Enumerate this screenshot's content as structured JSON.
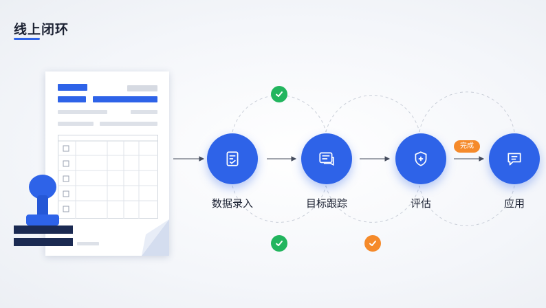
{
  "page": {
    "title": "线上闭环"
  },
  "steps": [
    {
      "label": "数据录入",
      "icon": "document-check-icon"
    },
    {
      "label": "目标跟踪",
      "icon": "chat-list-icon"
    },
    {
      "label": "评估",
      "icon": "shield-plus-icon"
    },
    {
      "label": "应用",
      "icon": "message-icon"
    }
  ],
  "badge": {
    "text": "完成"
  },
  "colors": {
    "primary": "#2e63e8",
    "success": "#22b55e",
    "warning": "#f58a2b",
    "stamp_base": "#1b2a52"
  }
}
